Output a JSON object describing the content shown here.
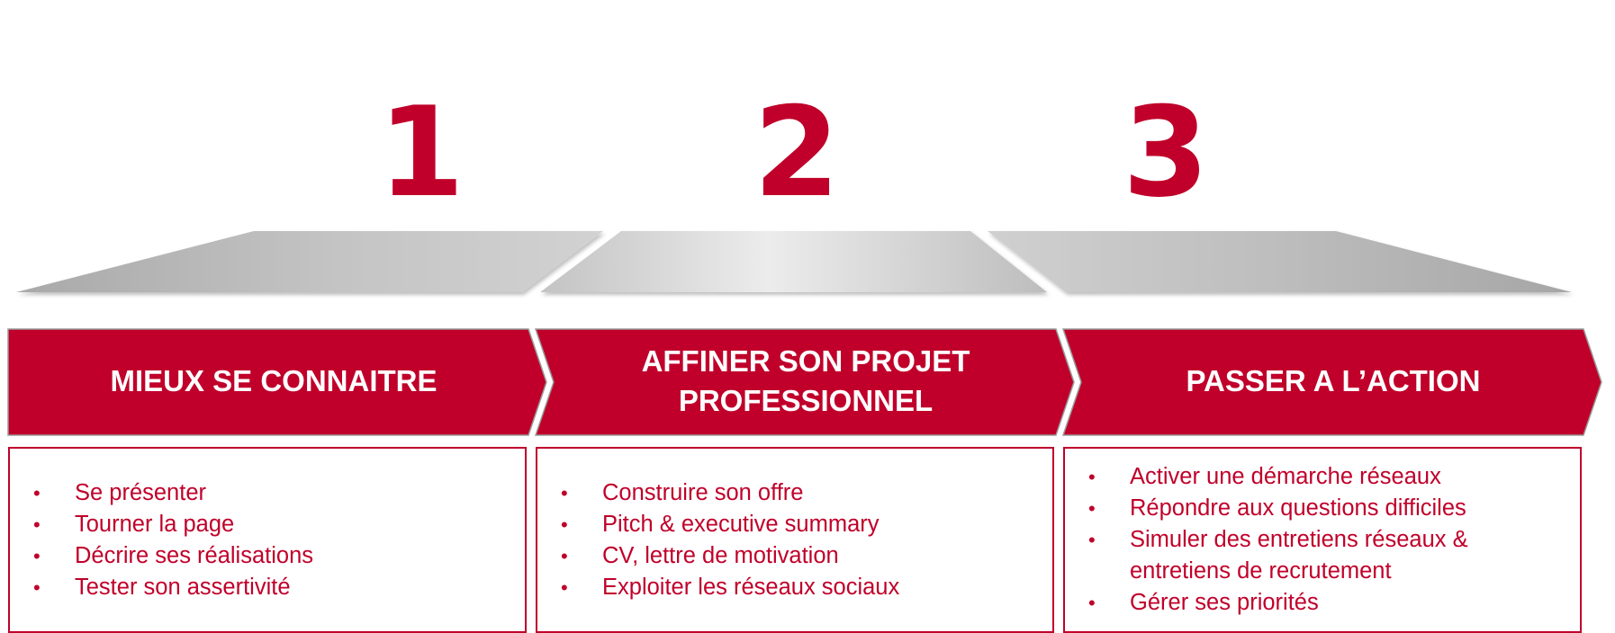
{
  "colors": {
    "accent": "#c0002a",
    "text_on_accent": "#ffffff",
    "steel_light": "#e2e2e2",
    "steel_dark": "#b9b9b9"
  },
  "steps": [
    {
      "number": "1",
      "title": "MIEUX SE CONNAITRE",
      "items": [
        "Se présenter",
        "Tourner la page",
        "Décrire ses réalisations",
        "Tester son assertivité"
      ]
    },
    {
      "number": "2",
      "title": "AFFINER SON PROJET\nPROFESSIONNEL",
      "items": [
        "Construire son offre",
        "Pitch & executive summary",
        "CV, lettre de motivation",
        "Exploiter les réseaux sociaux"
      ]
    },
    {
      "number": "3",
      "title": "PASSER A L’ACTION",
      "items": [
        "Activer une démarche réseaux",
        "Répondre aux questions difficiles",
        "Simuler des entretiens réseaux & entretiens de recrutement",
        "Gérer ses priorités"
      ]
    }
  ]
}
